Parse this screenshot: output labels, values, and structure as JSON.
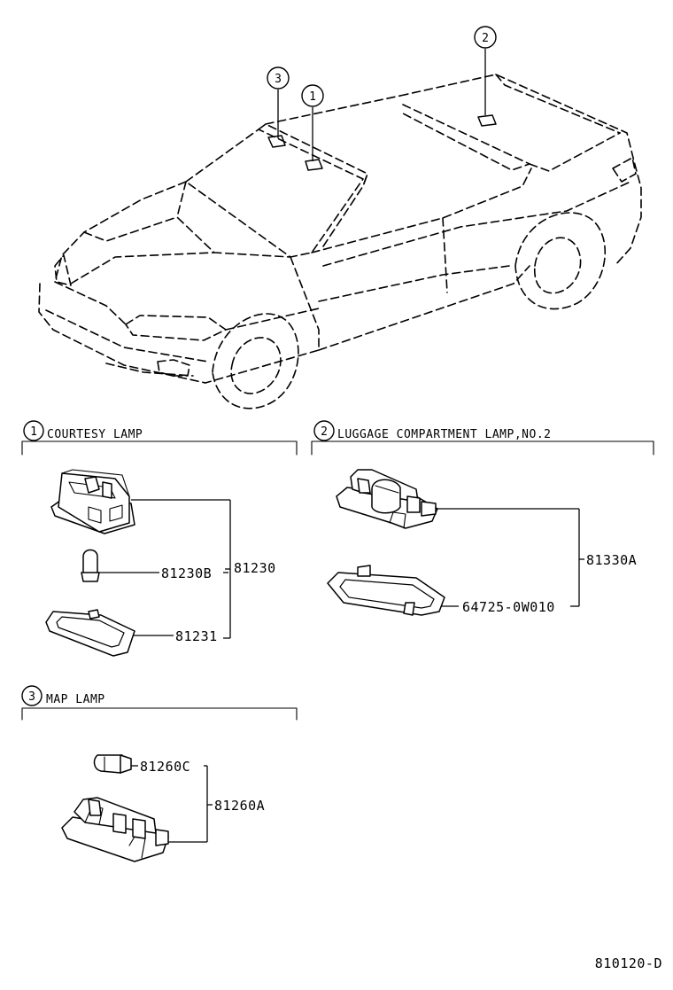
{
  "callouts": {
    "one": "1",
    "two": "2",
    "three": "3"
  },
  "sections": {
    "courtesy": {
      "number": "1",
      "title": "COURTESY LAMP"
    },
    "luggage": {
      "number": "2",
      "title": "LUGGAGE COMPARTMENT LAMP,NO.2"
    },
    "map": {
      "number": "3",
      "title": "MAP LAMP"
    }
  },
  "parts": {
    "courtesy_assy": "81230",
    "courtesy_bulb": "81230B",
    "courtesy_lens": "81231",
    "luggage_assy": "81330A",
    "luggage_lens": "64725-0W010",
    "map_bulb": "81260C",
    "map_assy": "81260A"
  },
  "diagram_code": "810120-D"
}
